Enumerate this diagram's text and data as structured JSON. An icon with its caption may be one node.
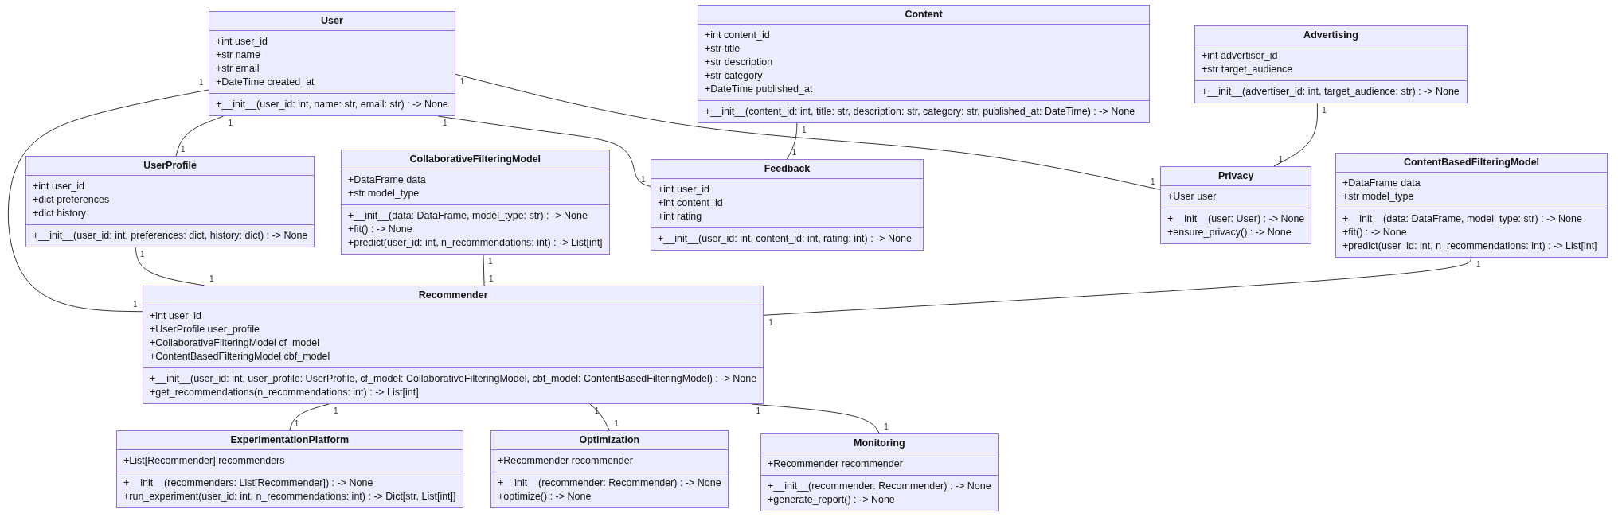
{
  "diagram": {
    "nodes": [
      {
        "text": [
          "User"
        ]
      },
      {
        "text": [
          "+int user_id",
          "+str name",
          "+str email",
          "+DateTime created_at"
        ],
        "in": 0
      },
      {
        "text": [
          "+__init__(user_id: int, name: str, email: str) : -> None"
        ],
        "in": 0
      },
      {
        "text": [
          "Content"
        ]
      },
      {
        "text": [
          "+int content_id",
          "+str title",
          "+str description",
          "+str category",
          "+DateTime published_at"
        ],
        "in": 3
      },
      {
        "text": [
          "+__init__(content_id: int, title: str, description: str, category: str, published_at: DateTime) : -> None"
        ],
        "in": 3
      },
      {
        "text": [
          "Advertising"
        ]
      },
      {
        "text": [
          "+int advertiser_id",
          "+str target_audience"
        ],
        "in": 6
      },
      {
        "text": [
          "+__init__(advertiser_id: int, target_audience: str) : -> None"
        ],
        "in": 6
      },
      {
        "text": [
          "UserProfile"
        ]
      },
      {
        "text": [
          "+int user_id",
          "+dict preferences",
          "+dict history"
        ],
        "in": 9
      },
      {
        "text": [
          "+__init__(user_id: int, preferences: dict, history: dict) : -> None"
        ],
        "in": 9
      },
      {
        "text": [
          "CollaborativeFilteringModel"
        ]
      },
      {
        "text": [
          "+DataFrame data",
          "+str model_type"
        ],
        "in": 12
      },
      {
        "text": [
          "+__init__(data: DataFrame, model_type: str) : -> None",
          "+fit() : -> None",
          "+predict(user_id: int, n_recommendations: int) : -> List[int]"
        ],
        "in": 12
      },
      {
        "text": [
          "Feedback"
        ]
      },
      {
        "text": [
          "+int user_id",
          "+int content_id",
          "+int rating"
        ],
        "in": 15
      },
      {
        "text": [
          "+__init__(user_id: int, content_id: int, rating: int) : -> None"
        ],
        "in": 15
      },
      {
        "text": [
          "Privacy"
        ]
      },
      {
        "text": [
          "+User user"
        ],
        "in": 18
      },
      {
        "text": [
          "+__init__(user: User) : -> None",
          "+ensure_privacy() : -> None"
        ],
        "in": 18
      },
      {
        "text": [
          "ContentBasedFilteringModel"
        ]
      },
      {
        "text": [
          "+DataFrame data",
          "+str model_type"
        ],
        "in": 21
      },
      {
        "text": [
          "+__init__(data: DataFrame, model_type: str) : -> None",
          "+fit() : -> None",
          "+predict(user_id: int, n_recommendations: int) : -> List[int]"
        ],
        "in": 21
      },
      {
        "text": [
          "Recommender"
        ]
      },
      {
        "text": [
          "+int user_id",
          "+UserProfile user_profile",
          "+CollaborativeFilteringModel cf_model",
          "+ContentBasedFilteringModel cbf_model"
        ],
        "in": 24
      },
      {
        "text": [
          "+__init__(user_id: int, user_profile: UserProfile, cf_model: CollaborativeFilteringModel, cbf_model: ContentBasedFilteringModel) : -> None",
          "+get_recommendations(n_recommendations: int) : -> List[int]"
        ],
        "in": 24
      },
      {
        "text": [
          "ExperimentationPlatform"
        ]
      },
      {
        "text": [
          "+List[Recommender] recommenders"
        ],
        "in": 27
      },
      {
        "text": [
          "+__init__(recommenders: List[Recommender]) : -> None",
          "+run_experiment(user_id: int, n_recommendations: int) : -> Dict[str, List[int]]"
        ],
        "in": 27
      },
      {
        "text": [
          "Optimization"
        ]
      },
      {
        "text": [
          "+Recommender recommender"
        ],
        "in": 30
      },
      {
        "text": [
          "+__init__(recommender: Recommender) : -> None",
          "+optimize() : -> None"
        ],
        "in": 30
      },
      {
        "text": [
          "Monitoring"
        ]
      },
      {
        "text": [
          "+Recommender recommender"
        ],
        "in": 33
      },
      {
        "text": [
          "+__init__(recommender: Recommender) : -> None",
          "+generate_report() : -> None"
        ],
        "in": 33
      }
    ],
    "edges": [
      {
        "from": 0,
        "to": 24,
        "arrow": "none"
      },
      {
        "from": 0,
        "to": 9,
        "arrow": "none"
      },
      {
        "from": 0,
        "to": 15,
        "arrow": "none"
      },
      {
        "from": 0,
        "to": 18,
        "arrow": "none"
      },
      {
        "from": 3,
        "to": 15,
        "arrow": "none"
      },
      {
        "from": 6,
        "to": 18,
        "arrow": "none"
      },
      {
        "from": 9,
        "to": 24,
        "arrow": "none"
      },
      {
        "from": 12,
        "to": 24,
        "arrow": "none"
      },
      {
        "from": 21,
        "to": 24,
        "arrow": "none"
      },
      {
        "from": 24,
        "to": 27,
        "arrow": "none"
      },
      {
        "from": 24,
        "to": 30,
        "arrow": "none"
      },
      {
        "from": 24,
        "to": 33,
        "arrow": "none"
      }
    ],
    "labels": [
      "1",
      "1",
      "1",
      "1",
      "1",
      "1",
      "1",
      "1",
      "1",
      "1",
      "1",
      "1",
      "1",
      "1",
      "1",
      "1",
      "1",
      "1",
      "1",
      "1",
      "1",
      "1",
      "1",
      "1"
    ]
  }
}
